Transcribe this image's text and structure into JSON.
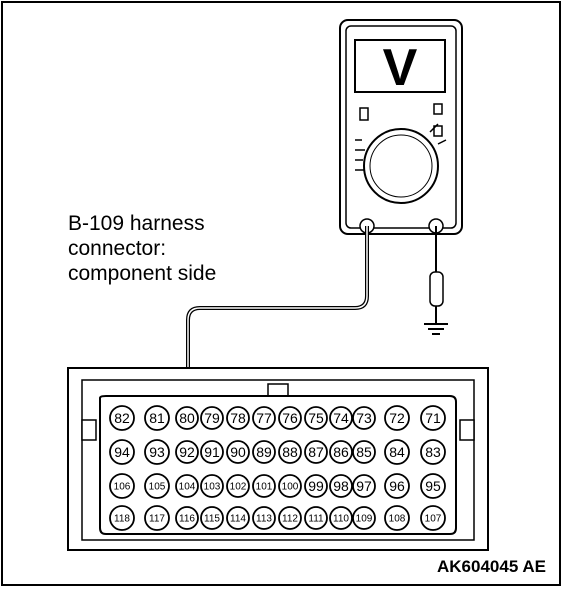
{
  "label": {
    "line1": "B-109 harness",
    "line2": "connector:",
    "line3": "component side"
  },
  "meter": {
    "display": "V"
  },
  "figure_code": "AK604045 AE",
  "pins": {
    "row1": [
      "82",
      "81",
      "80",
      "79",
      "78",
      "77",
      "76",
      "75",
      "74",
      "73",
      "72",
      "71"
    ],
    "row2": [
      "94",
      "93",
      "92",
      "91",
      "90",
      "89",
      "88",
      "87",
      "86",
      "85",
      "84",
      "83"
    ],
    "row3": [
      "106",
      "105",
      "104",
      "103",
      "102",
      "101",
      "100",
      "99",
      "98",
      "97",
      "96",
      "95"
    ],
    "row4": [
      "118",
      "117",
      "116",
      "115",
      "114",
      "113",
      "112",
      "111",
      "110",
      "109",
      "108",
      "107"
    ]
  }
}
